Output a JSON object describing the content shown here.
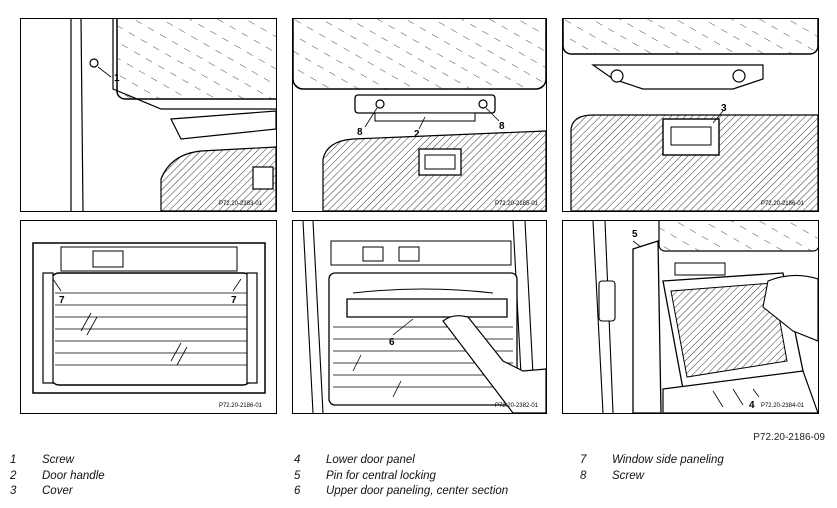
{
  "panels": [
    {
      "code": "P72.20-2383-01",
      "callouts": [
        "1"
      ]
    },
    {
      "code": "P72.20-2185-01",
      "callouts": [
        "8",
        "2",
        "8"
      ]
    },
    {
      "code": "P72.20-2186-01",
      "callouts": [
        "3"
      ]
    },
    {
      "code": "P72.20-2186-01",
      "callouts": [
        "7",
        "7"
      ]
    },
    {
      "code": "P72.20-2382-01",
      "callouts": [
        "6"
      ]
    },
    {
      "code": "P72.20-2384-01",
      "callouts": [
        "5",
        "4"
      ]
    }
  ],
  "figure_code": "P72.20-2186-09",
  "legend": [
    [
      {
        "num": "1",
        "text": "Screw"
      },
      {
        "num": "2",
        "text": "Door handle"
      },
      {
        "num": "3",
        "text": "Cover"
      }
    ],
    [
      {
        "num": "4",
        "text": "Lower door panel"
      },
      {
        "num": "5",
        "text": "Pin for central locking"
      },
      {
        "num": "6",
        "text": "Upper door paneling, center section"
      }
    ],
    [
      {
        "num": "7",
        "text": "Window side paneling"
      },
      {
        "num": "8",
        "text": "Screw"
      }
    ]
  ]
}
